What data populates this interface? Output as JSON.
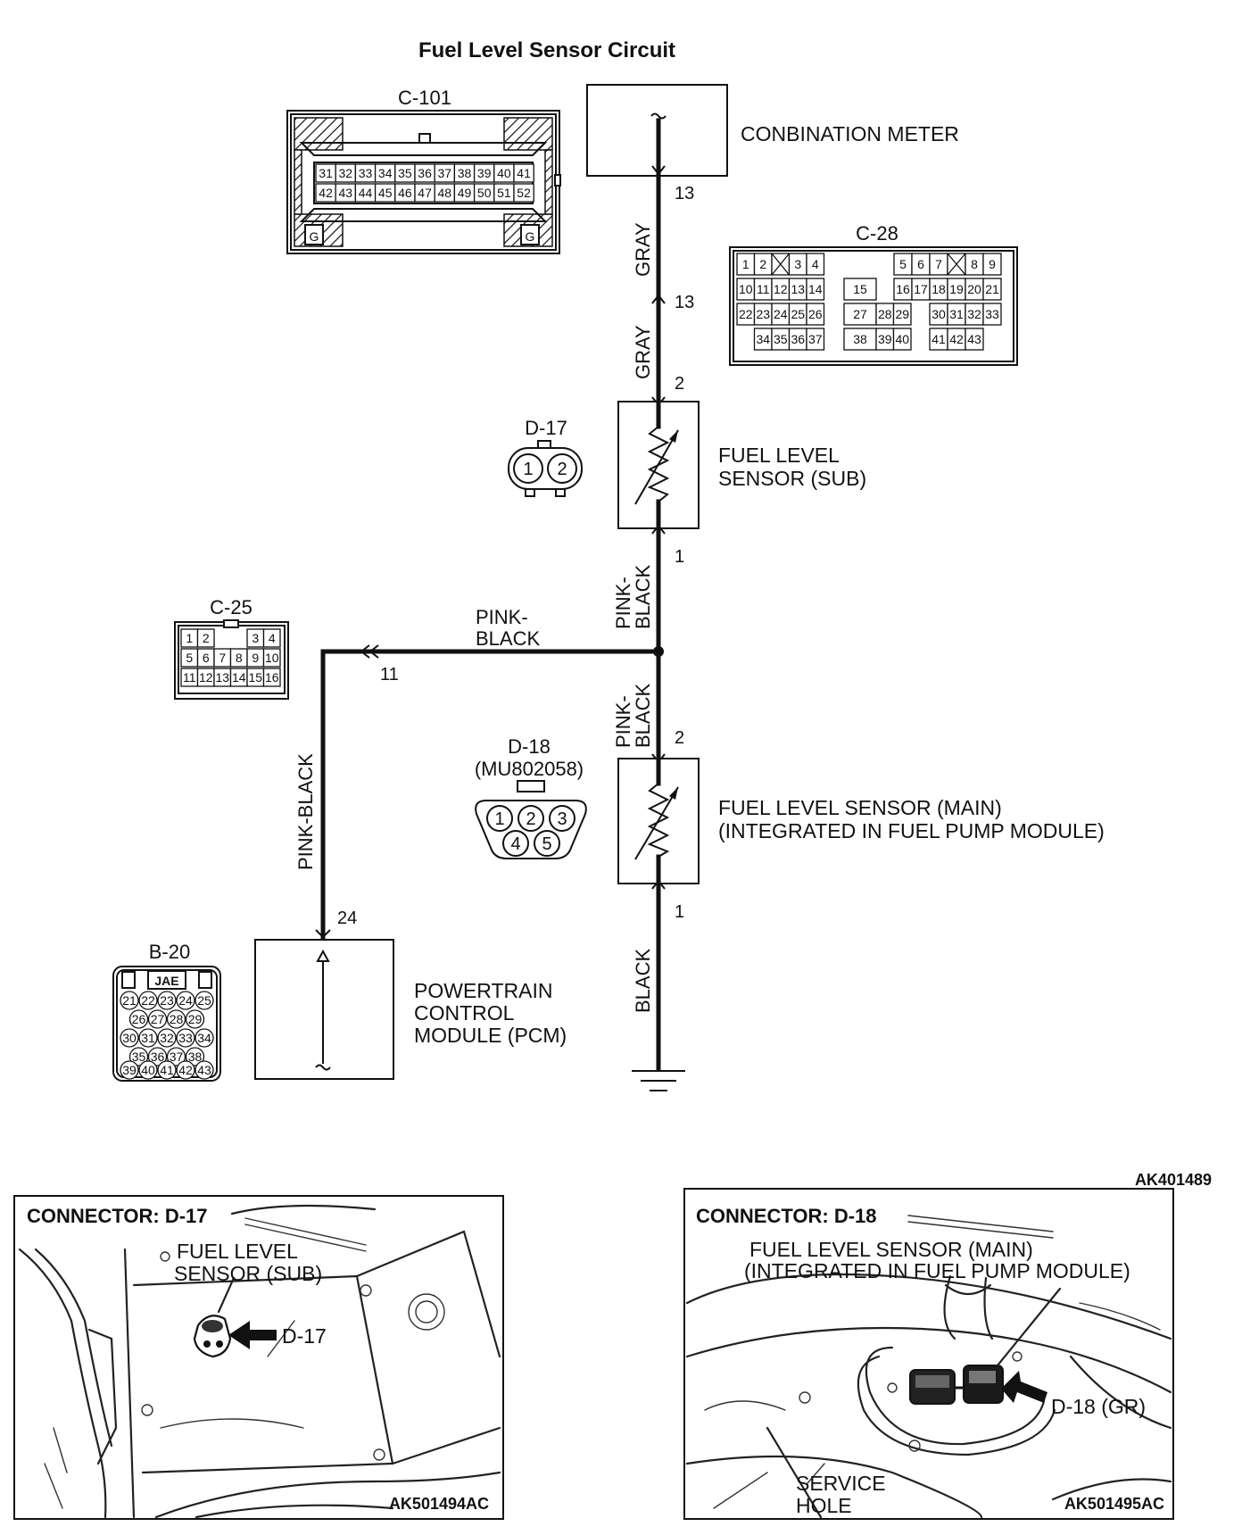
{
  "title": "Fuel Level Sensor Circuit",
  "figure_code": "AK401489",
  "components": {
    "combination_meter": "CONBINATION METER",
    "fuel_level_sensor_sub": [
      "FUEL LEVEL",
      "SENSOR (SUB)"
    ],
    "fuel_level_sensor_main": [
      "FUEL LEVEL SENSOR (MAIN)",
      "(INTEGRATED IN FUEL PUMP MODULE)"
    ],
    "pcm": [
      "POWERTRAIN",
      "CONTROL",
      "MODULE (PCM)"
    ]
  },
  "wires": {
    "meter_to_c28": "GRAY",
    "c28_to_sub": "GRAY",
    "sub_to_junction": [
      "PINK-",
      "BLACK"
    ],
    "junction_to_main": [
      "PINK-",
      "BLACK"
    ],
    "junction_to_c25": [
      "PINK-",
      "BLACK"
    ],
    "c25_to_pcm": "PINK-BLACK",
    "main_to_ground": "BLACK"
  },
  "pins": {
    "meter": "13",
    "c28": "13",
    "sub_top": "2",
    "sub_bottom": "1",
    "main_top": "2",
    "main_bottom": "1",
    "c25": "11",
    "pcm": "24"
  },
  "connectors": {
    "c101": {
      "label": "C-101",
      "row1": [
        "31",
        "32",
        "33",
        "34",
        "35",
        "36",
        "37",
        "38",
        "39",
        "40",
        "41"
      ],
      "row2": [
        "42",
        "43",
        "44",
        "45",
        "46",
        "47",
        "48",
        "49",
        "50",
        "51",
        "52"
      ],
      "ground_marks": [
        "G",
        "G"
      ]
    },
    "c28": {
      "label": "C-28",
      "left_rows": [
        [
          "1",
          "2",
          "",
          "3",
          "4"
        ],
        [
          "10",
          "11",
          "12",
          "13",
          "14"
        ],
        [
          "22",
          "23",
          "24",
          "25",
          "26"
        ],
        [
          "",
          "34",
          "35",
          "36",
          "37"
        ]
      ],
      "mid_rows": [
        [
          "15"
        ],
        [
          "27",
          "28",
          "29"
        ],
        [
          "38",
          "39",
          "40"
        ]
      ],
      "right_rows": [
        [
          "5",
          "6",
          "7",
          "",
          "8",
          "9"
        ],
        [
          "16",
          "17",
          "18",
          "19",
          "20",
          "21"
        ],
        [
          "",
          "",
          "30",
          "31",
          "32",
          "33"
        ],
        [
          "",
          "",
          "41",
          "42",
          "43"
        ]
      ]
    },
    "d17": {
      "label": "D-17",
      "pins": [
        "1",
        "2"
      ]
    },
    "d18": {
      "label": "D-18",
      "part_no": "(MU802058)",
      "pins": [
        "1",
        "2",
        "3",
        "4",
        "5"
      ]
    },
    "c25": {
      "label": "C-25",
      "rows": [
        [
          "1",
          "2",
          "",
          "",
          "3",
          "4"
        ],
        [
          "5",
          "6",
          "7",
          "8",
          "9",
          "10"
        ],
        [
          "11",
          "12",
          "13",
          "14",
          "15",
          "16"
        ]
      ]
    },
    "b20": {
      "label": "B-20",
      "brand": "JAE",
      "rows": [
        [
          "21",
          "22",
          "23",
          "24",
          "25"
        ],
        [
          "26",
          "27",
          "28",
          "29"
        ],
        [
          "30",
          "31",
          "32",
          "33",
          "34"
        ],
        [
          "35",
          "36",
          "37",
          "38"
        ],
        [
          "39",
          "40",
          "41",
          "42",
          "43"
        ]
      ]
    }
  },
  "photos": {
    "left": {
      "heading": "CONNECTOR: D-17",
      "callout": [
        "FUEL LEVEL",
        "SENSOR (SUB)"
      ],
      "arrow_label": "D-17",
      "code": "AK501494AC"
    },
    "right": {
      "heading": "CONNECTOR: D-18",
      "callout": [
        "FUEL LEVEL SENSOR (MAIN)",
        "(INTEGRATED IN FUEL  PUMP MODULE)"
      ],
      "arrow_label": "D-18 (GR)",
      "hole": [
        "SERVICE",
        "HOLE"
      ],
      "code": "AK501495AC"
    }
  }
}
